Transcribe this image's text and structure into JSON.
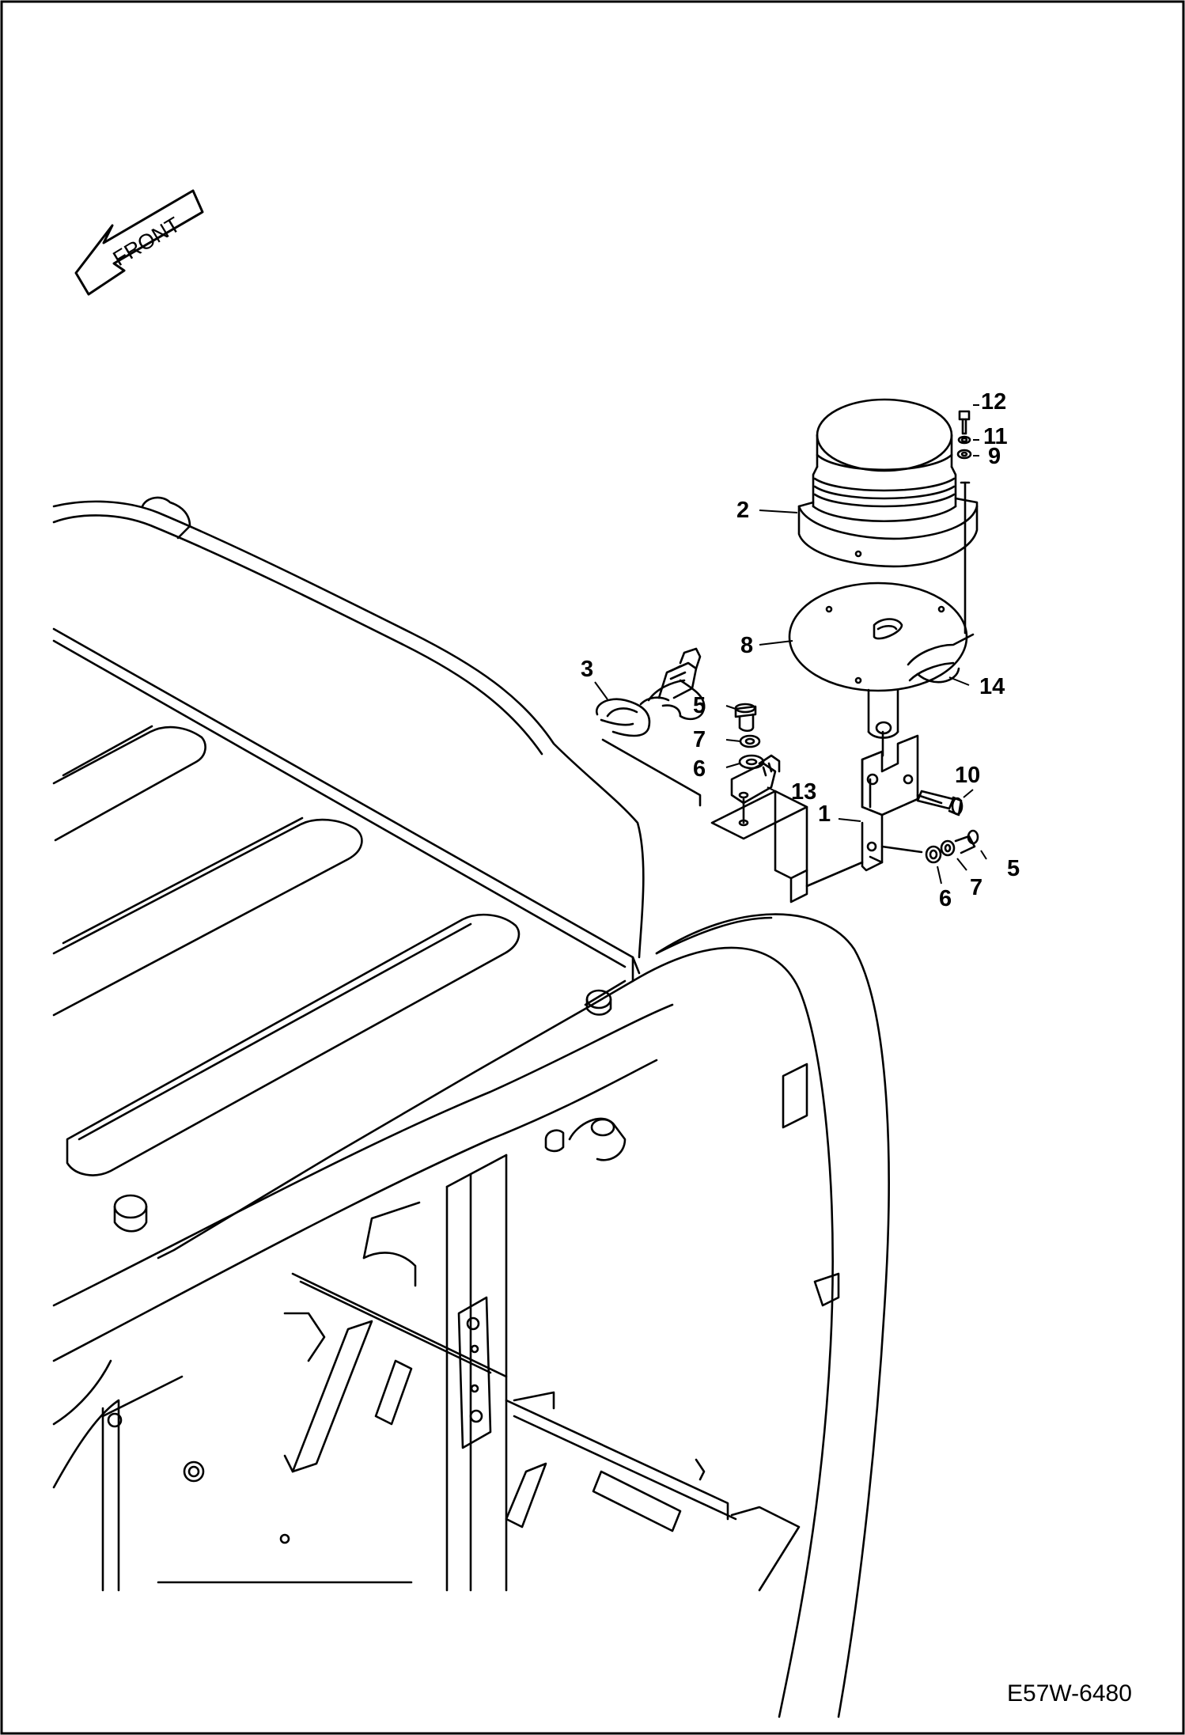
{
  "direction_indicator": {
    "label": "FRONT"
  },
  "drawing_number": "E57W-6480",
  "callouts": {
    "c12": "12",
    "c11": "11",
    "c9": "9",
    "c2": "2",
    "c8": "8",
    "c14": "14",
    "c3": "3",
    "c5a": "5",
    "c7a": "7",
    "c6a": "6",
    "c13": "13",
    "c10": "10",
    "c1": "1",
    "c5b": "5",
    "c7b": "7",
    "c6b": "6"
  },
  "colors": {
    "line": "#000000",
    "background": "#ffffff"
  }
}
